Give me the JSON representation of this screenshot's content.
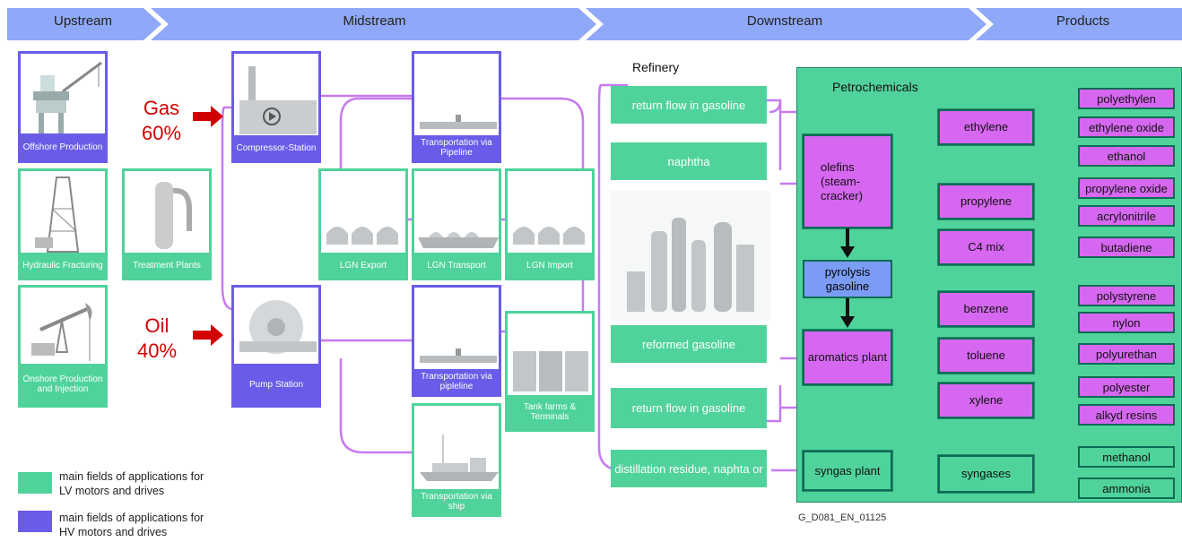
{
  "header": {
    "stages": [
      "Upstream",
      "Midstream",
      "Downstream",
      "Products"
    ],
    "color": "#8fa8f7"
  },
  "colors": {
    "lv": "#4fd39b",
    "hv": "#6a5ce8",
    "product": "#d667f0",
    "connector": "#c77af0",
    "arrow": "#d20000"
  },
  "upstream": {
    "offshore": "Offshore Production",
    "fracking": "Hydraulic Fracturing",
    "onshore": "Onshore Production and Injection",
    "treatment": "Treatment Plants"
  },
  "gas": {
    "label": "Gas",
    "share": "60%"
  },
  "oil": {
    "label": "Oil",
    "share": "40%"
  },
  "midstream": {
    "compressor": "Compressor-Station",
    "pipeline_top": "Transportation via Pipeline",
    "lgn_export": "LGN Export",
    "lgn_transport": "LGN Transport",
    "lgn_import": "LGN Import",
    "pump": "Pump Station",
    "pipeline_bottom": "Transportation via pipleline",
    "tank": "Tank farms & Terminals",
    "ship": "Transportation via ship"
  },
  "refinery": {
    "title": "Refinery",
    "return_top": "return flow in gasoline",
    "naphtha": "naphtha",
    "reformed": "reformed gasoline",
    "return_bottom": "return flow in gasoline",
    "residue": "distillation residue, naphta or"
  },
  "petro": {
    "title": "Petrochemicals",
    "olefins": "olefins (steam-cracker)",
    "pyrolysis": "pyrolysis gasoline",
    "aromatics": "aromatics plant",
    "syngas_plant": "syngas plant",
    "ethylene": "ethylene",
    "propylene": "propylene",
    "c4": "C4 mix",
    "benzene": "benzene",
    "toluene": "toluene",
    "xylene": "xylene",
    "syngases": "syngases"
  },
  "products": {
    "polyethylen": "polyethylen",
    "ethylene_oxide": "ethylene oxide",
    "ethanol": "ethanol",
    "propylene_oxide": "propylene oxide",
    "acrylonitrile": "acrylonitrile",
    "butadiene": "butadiene",
    "polystyrene": "polystyrene",
    "nylon": "nylon",
    "polyurethan": "polyurethan",
    "polyester": "polyester",
    "alkyd": "alkyd resins",
    "methanol": "methanol",
    "ammonia": "ammonia"
  },
  "legend": {
    "lv": "main fields of applications for LV motors and drives",
    "hv": "main fields of applications for HV motors and drives"
  },
  "figure_id": "G_D081_EN_01125"
}
